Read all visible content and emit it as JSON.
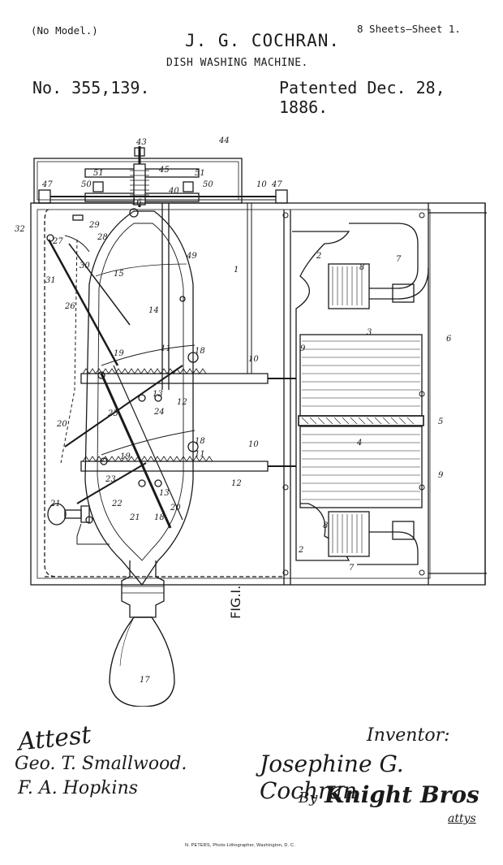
{
  "header": {
    "model_note": "(No Model.)",
    "sheets": "8 Sheets—Sheet 1.",
    "inventor_name": "J. G. COCHRAN.",
    "invention_title": "DISH WASHING MACHINE.",
    "patent_number": "No. 355,139.",
    "patent_date": "Patented Dec. 28, 1886."
  },
  "figure": {
    "label": "FIG.I.",
    "reference_numerals": [
      "1",
      "2",
      "3",
      "4",
      "5",
      "6",
      "7",
      "8",
      "9",
      "10",
      "11",
      "12",
      "13",
      "14",
      "15",
      "16",
      "17",
      "18",
      "19",
      "20",
      "21",
      "22",
      "23",
      "24",
      "25",
      "26",
      "27",
      "28",
      "29",
      "30",
      "31",
      "32",
      "40",
      "43",
      "44",
      "45",
      "47",
      "49",
      "50",
      "51"
    ]
  },
  "signatures": {
    "attest_label": "Attest",
    "witness_1": "Geo. T. Smallwood.",
    "witness_2": "F. A. Hopkins",
    "inventor_label": "Inventor:",
    "inventor_signature": "Josephine G. Cochran",
    "by_label": "By",
    "attorney_signature": "Knight Bros",
    "attorney_suffix": "attys"
  },
  "footer": {
    "printer": "N. PETERS, Photo-Lithographer, Washington, D. C."
  }
}
